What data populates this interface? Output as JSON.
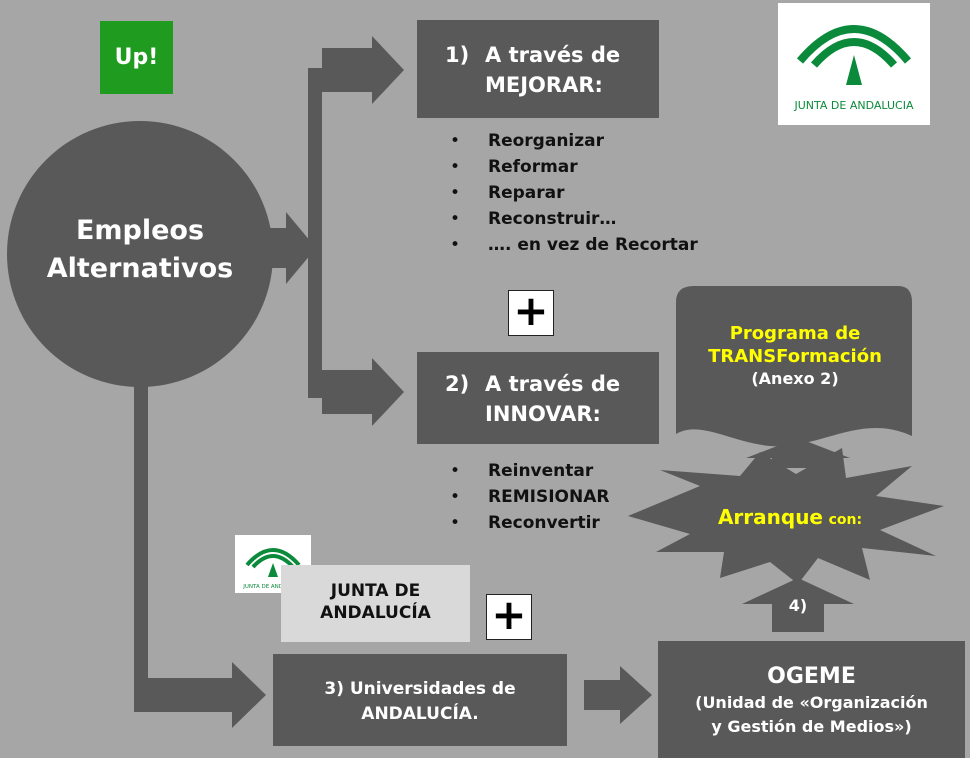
{
  "up_badge": {
    "label": "Up!",
    "color": "#1f9c1f"
  },
  "center": {
    "line1": "Empleos",
    "line2": "Alternativos"
  },
  "step1": {
    "num": "1)",
    "line1": "A través de",
    "line2": "MEJORAR:",
    "bullets": [
      "Reorganizar",
      "Reformar",
      "Reparar",
      "Reconstruir…",
      "…. en vez de Recortar"
    ]
  },
  "step2": {
    "num": "2)",
    "line1": "A través de",
    "line2": "INNOVAR:",
    "bullets": [
      "Reinventar",
      "REMISIONAR",
      "Reconvertir"
    ]
  },
  "step3": {
    "line1": "3) Universidades de",
    "line2": "ANDALUCÍA."
  },
  "plus_sign": "+",
  "program": {
    "line1": "Programa de",
    "line2": "TRANSFormación",
    "line3": "(Anexo 2)"
  },
  "arranque": {
    "main": "Arranque",
    "suffix": "con:"
  },
  "step4": {
    "label": "4)"
  },
  "ogeme": {
    "title": "OGEME",
    "line1": "(Unidad de «Organización",
    "line2": "y Gestión de Medios»)"
  },
  "junta_label": {
    "line1": "JUNTA DE",
    "line2": "ANDALUCÍA"
  },
  "logo": {
    "text": "JUNTA DE ANDALUCIA",
    "color": "#0a8a3a"
  },
  "colors": {
    "dark": "#595959",
    "bg": "#a6a6a6",
    "yellow": "#ffff00"
  }
}
